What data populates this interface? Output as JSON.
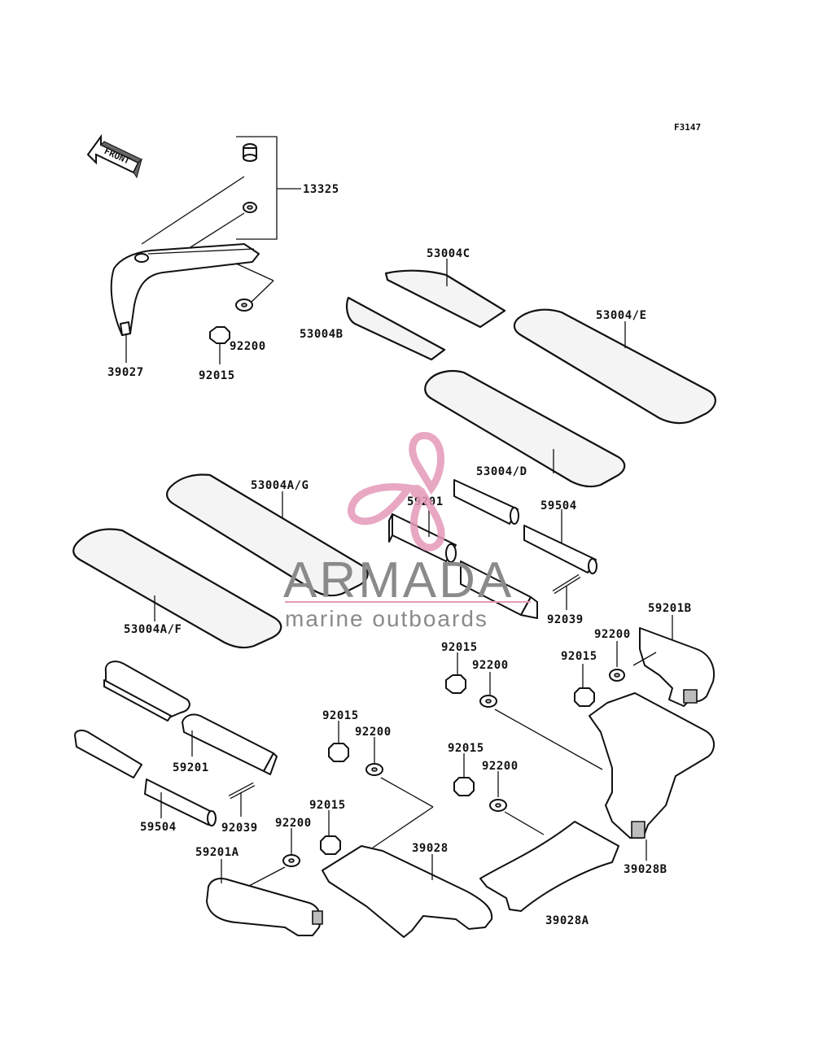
{
  "figure_code": "F3147",
  "front_arrow_label": "FRONT",
  "watermark": {
    "brand": "ARMADA",
    "tagline": "marine outboards",
    "logo_color": "#e59ab8",
    "text_color": "#8a8a8a"
  },
  "labels": {
    "p13325": "13325",
    "p39027": "39027",
    "p92200_top": "92200",
    "p92015_top": "92015",
    "p53004C": "53004C",
    "p53004B": "53004B",
    "p53004E": "53004/E",
    "p53004D": "53004/D",
    "p53004AG": "53004A/G",
    "p59201_mid": "59201",
    "p59504_mid": "59504",
    "p92039_mid": "92039",
    "p53004AF": "53004A/F",
    "p59201B": "59201B",
    "p92200_rb": "92200",
    "p92015_rb": "92015",
    "p92015_c1": "92015",
    "p92200_c1": "92200",
    "p92015_l1": "92015",
    "p92200_l1": "92200",
    "p92015_c2": "92015",
    "p92200_c2": "92200",
    "p92015_l2": "92015",
    "p92200_l2": "92200",
    "p59201_low": "59201",
    "p59504_low": "59504",
    "p92039_low": "92039",
    "p59201A": "59201A",
    "p39028": "39028",
    "p39028A": "39028A",
    "p39028B": "39028B"
  }
}
